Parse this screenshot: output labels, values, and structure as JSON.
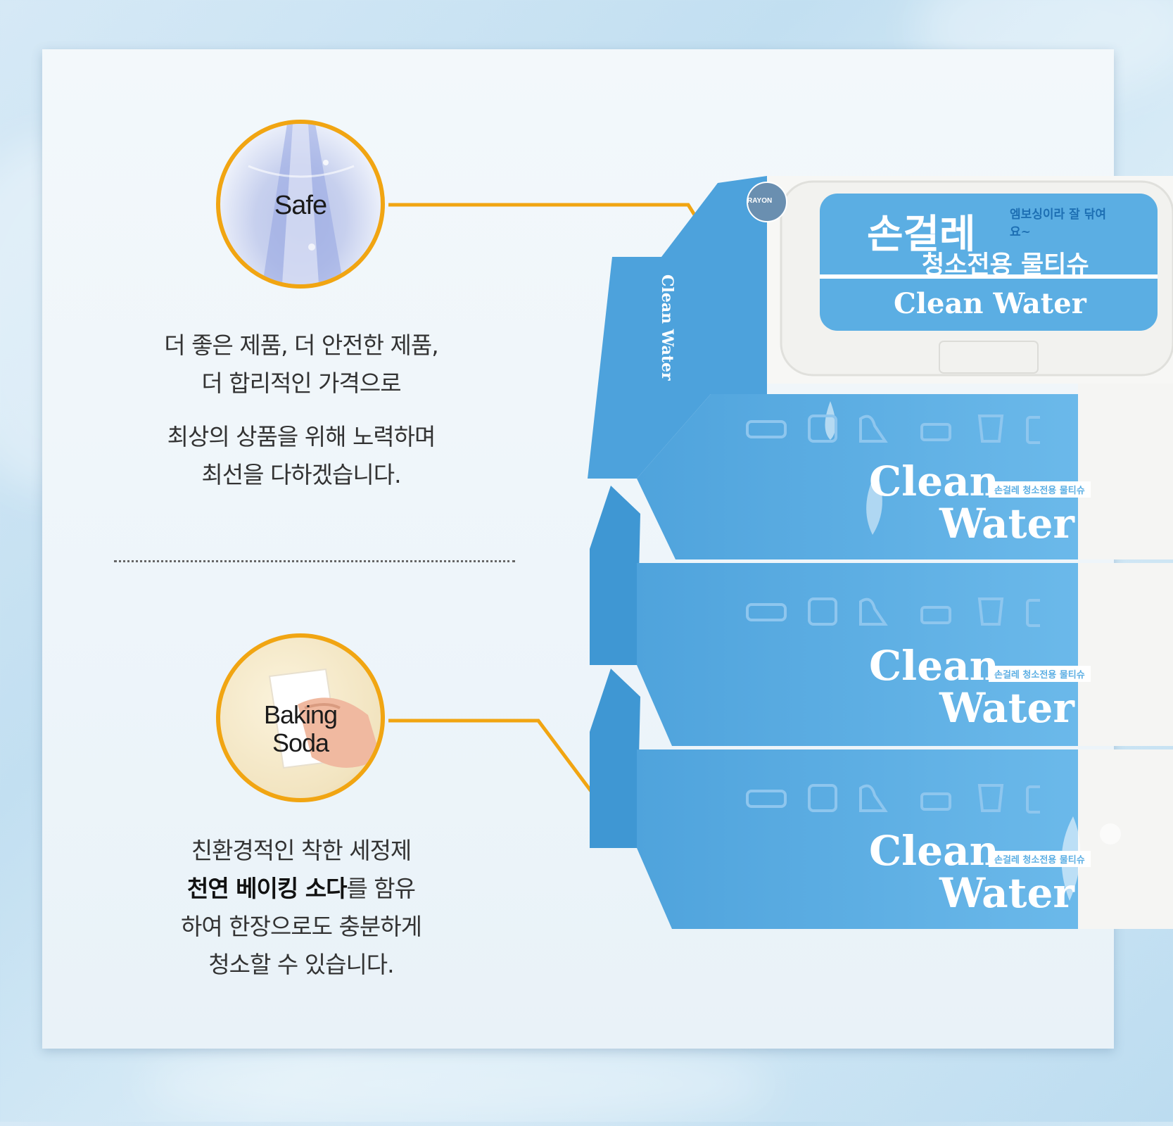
{
  "colors": {
    "accent": "#f1a512",
    "package_blue": "#5baee3"
  },
  "feature_safe": {
    "circle_label": "Safe",
    "lines": [
      "더 좋은 제품, 더 안전한 제품,",
      "더 합리적인 가격으로",
      "최상의 상품을 위해 노력하며",
      "최선을 다하겠습니다."
    ]
  },
  "feature_soda": {
    "circle_label_1": "Baking",
    "circle_label_2": "Soda",
    "line1": "친환경적인 착한 세정제",
    "line2_strong": "천연 베이킹 소다",
    "line2_rest": "를 함유",
    "line3": "하여 한장으로도 충분하게",
    "line4": "청소할 수 있습니다."
  },
  "package": {
    "badge": "RAYON",
    "lid_title": "손걸레",
    "lid_subtitle": "청소전용 물티슈",
    "lid_tagline": "엠보싱이라 잘 닦여요~",
    "lid_brand": "Clean Water",
    "side_brand": "Clean Water",
    "pack_brand_1": "Clean",
    "pack_brand_2": "Water",
    "pack_small": "손걸레 청소전용 물티슈"
  },
  "icons": [
    "car-icon",
    "chair-icon",
    "vacuum-icon",
    "pot-icon",
    "toilet-icon",
    "luggage-icon"
  ]
}
